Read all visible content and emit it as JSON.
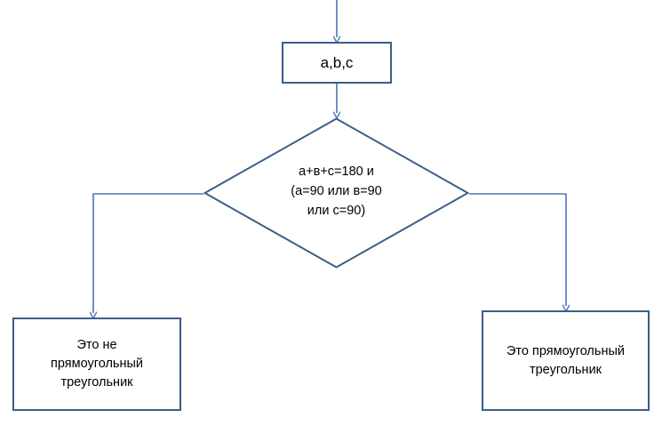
{
  "diagram": {
    "type": "flowchart",
    "title": "",
    "language": "ru",
    "background_color": "#ffffff",
    "shape_border_color": "#3B5E87",
    "connector_color": "#4A78B5",
    "text_color": "#000000",
    "nodes": {
      "input": {
        "shape": "rectangle",
        "label": "a,b,c"
      },
      "decision": {
        "shape": "diamond",
        "label": "а+в+с=180 и\n(а=90 или в=90\nили с=90)"
      },
      "result_false": {
        "shape": "rectangle",
        "label": "Это не\nпрямоугольный\nтреугольник"
      },
      "result_true": {
        "shape": "rectangle",
        "label": "Это прямоугольный\nтреугольник"
      }
    },
    "connectors": [
      {
        "name": "entry-to-input",
        "from": "top-edge",
        "to": "input",
        "arrow": true
      },
      {
        "name": "input-to-decision",
        "from": "input",
        "to": "decision",
        "arrow": true
      },
      {
        "name": "decision-left-to-result-false",
        "from": "decision",
        "to": "result_false",
        "arrow": true,
        "label": ""
      },
      {
        "name": "decision-right-to-result-true",
        "from": "decision",
        "to": "result_true",
        "arrow": true,
        "label": ""
      }
    ]
  }
}
